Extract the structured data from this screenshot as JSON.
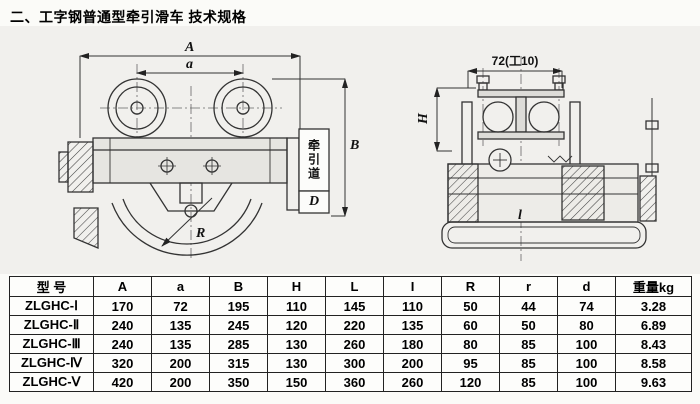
{
  "page": {
    "title": "二、工字钢普通型牵引滑车 技术规格"
  },
  "drawing": {
    "front_view": {
      "dim_A": "A",
      "dim_a": "a",
      "dim_B": "B",
      "dim_D": "D",
      "dim_R": "R",
      "channel_label": "牵引道"
    },
    "side_view": {
      "dim_top": "72(工10)",
      "dim_H": "H",
      "dim_l": "l"
    }
  },
  "table": {
    "headers": [
      "型  号",
      "A",
      "a",
      "B",
      "H",
      "L",
      "I",
      "R",
      "r",
      "d",
      "重量kg"
    ],
    "rows": [
      [
        "ZLGHC-Ⅰ",
        "170",
        "72",
        "195",
        "110",
        "145",
        "110",
        "50",
        "44",
        "74",
        "3.28"
      ],
      [
        "ZLGHC-Ⅱ",
        "240",
        "135",
        "245",
        "120",
        "220",
        "135",
        "60",
        "50",
        "80",
        "6.89"
      ],
      [
        "ZLGHC-Ⅲ",
        "240",
        "135",
        "285",
        "130",
        "260",
        "180",
        "80",
        "85",
        "100",
        "8.43"
      ],
      [
        "ZLGHC-Ⅳ",
        "320",
        "200",
        "315",
        "130",
        "300",
        "200",
        "95",
        "85",
        "100",
        "8.58"
      ],
      [
        "ZLGHC-Ⅴ",
        "420",
        "200",
        "350",
        "150",
        "360",
        "260",
        "120",
        "85",
        "100",
        "9.63"
      ]
    ]
  }
}
